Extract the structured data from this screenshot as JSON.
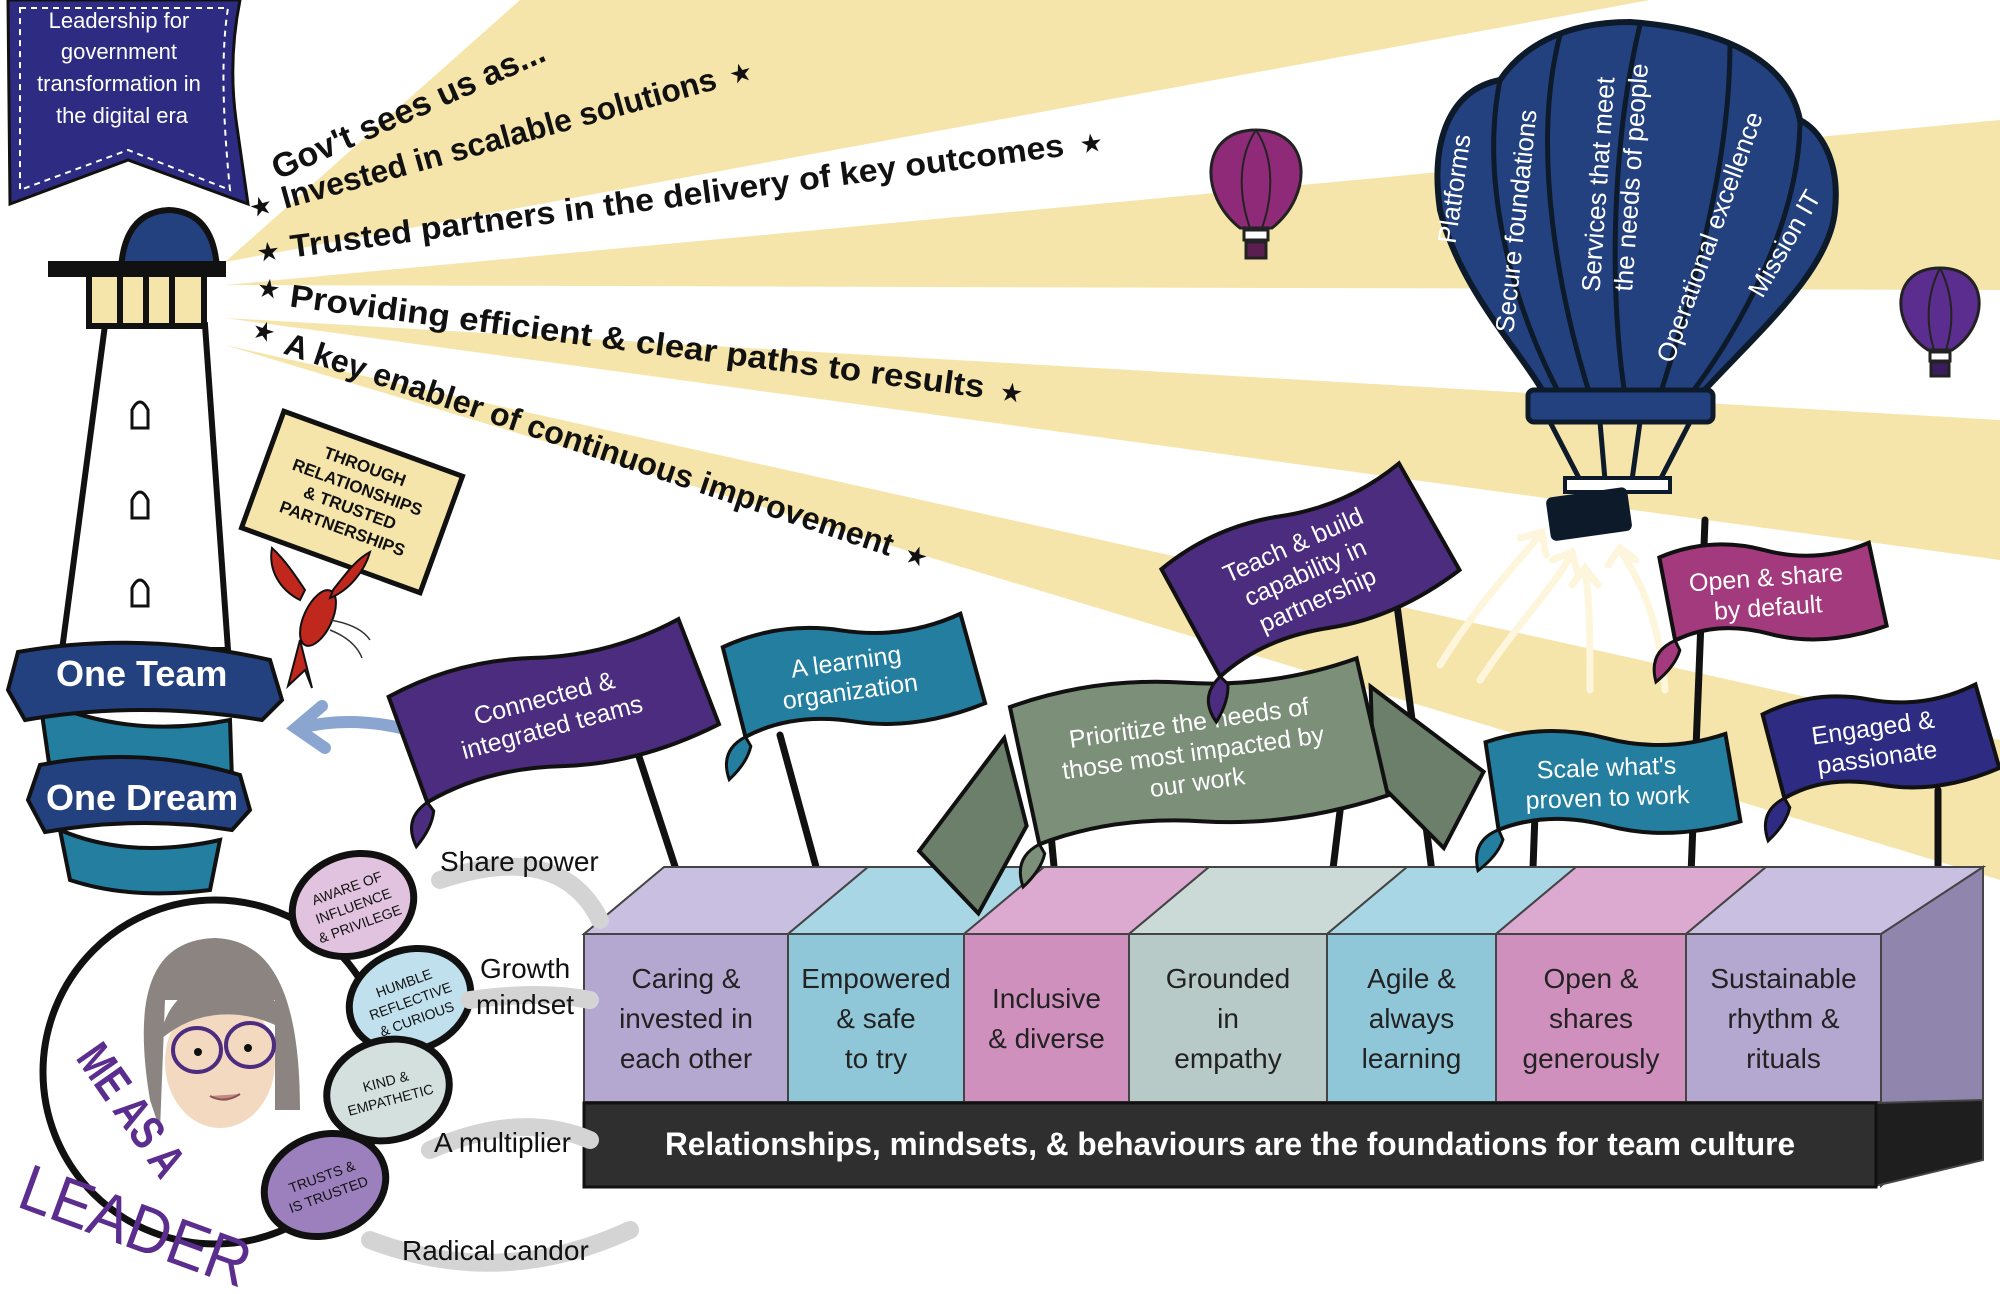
{
  "title_banner": {
    "lines": [
      "Leadership for",
      "government",
      "transformation in",
      "the digital era"
    ]
  },
  "perception": {
    "heading": "Gov't sees us as...",
    "items": [
      "Invested in scalable solutions",
      "Trusted partners in the delivery of key outcomes",
      "Providing efficient & clear paths to results",
      "A key enabler of continuous improvement"
    ]
  },
  "balloon": {
    "segments": [
      "Platforms",
      "Secure foundations",
      "Services that meet",
      "the needs of people",
      "Operational excellence",
      "Mission IT"
    ]
  },
  "sign": {
    "lines": [
      "THROUGH",
      "RELATIONSHIPS",
      "& TRUSTED",
      "PARTNERSHIPS"
    ]
  },
  "ribbons": [
    "One Team",
    "One Dream"
  ],
  "flags": [
    {
      "lines": [
        "Connected &",
        "integrated teams"
      ],
      "color": "#4b2c7e"
    },
    {
      "lines": [
        "A learning",
        "organization"
      ],
      "color": "#237ea0"
    },
    {
      "lines": [
        "Prioritize the needs of",
        "those most impacted by",
        "our work"
      ],
      "color": "#7b8f79"
    },
    {
      "lines": [
        "Teach & build",
        "capability in",
        "partnership"
      ],
      "color": "#4b2c7e"
    },
    {
      "lines": [
        "Open & share",
        "by default"
      ],
      "color": "#a33a7d"
    },
    {
      "lines": [
        "Scale what's",
        "proven to work"
      ],
      "color": "#237ea0"
    },
    {
      "lines": [
        "Engaged &",
        "passionate"
      ],
      "color": "#2e2b82"
    }
  ],
  "blocks": [
    {
      "lines": [
        "Caring &",
        "invested in",
        "each other"
      ],
      "color": "#b4a7d0"
    },
    {
      "lines": [
        "Empowered",
        "& safe",
        "to try"
      ],
      "color": "#8fc7d9"
    },
    {
      "lines": [
        "Inclusive",
        "& diverse"
      ],
      "color": "#cf90bd"
    },
    {
      "lines": [
        "Grounded",
        "in",
        "empathy"
      ],
      "color": "#b8cac8"
    },
    {
      "lines": [
        "Agile &",
        "always",
        "learning"
      ],
      "color": "#8fc7d9"
    },
    {
      "lines": [
        "Open &",
        "shares",
        "generously"
      ],
      "color": "#cf90bd"
    },
    {
      "lines": [
        "Sustainable",
        "rhythm &",
        "rituals"
      ],
      "color": "#b4a7d0"
    }
  ],
  "foundation": "Relationships, mindsets, & behaviours are the foundations for team culture",
  "leader": {
    "title_top": "ME AS A",
    "title_bottom": "LEADER",
    "traits": [
      {
        "lines": [
          "AWARE OF",
          "INFLUENCE",
          "& PRIVILEGE"
        ],
        "color": "#e2c3df"
      },
      {
        "lines": [
          "HUMBLE",
          "REFLECTIVE",
          "& CURIOUS"
        ],
        "color": "#bfe0ec"
      },
      {
        "lines": [
          "KIND &",
          "EMPATHETIC"
        ],
        "color": "#d3e0de"
      },
      {
        "lines": [
          "TRUSTS &",
          "IS TRUSTED"
        ],
        "color": "#9b80bd"
      }
    ],
    "actions": [
      "Share power",
      "Growth",
      "mindset",
      "A multiplier",
      "Radical candor"
    ]
  },
  "colors": {
    "ray": "#f6e5ab",
    "navy": "#24417f",
    "purple": "#5b2d8e",
    "dark_base": "#2f2f2f"
  }
}
